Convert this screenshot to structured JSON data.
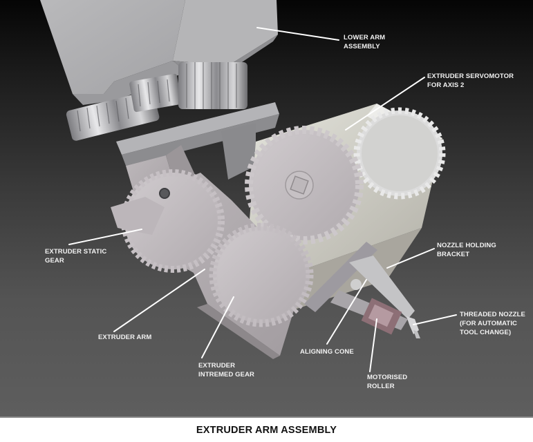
{
  "figure": {
    "caption": "EXTRUDER ARM ASSEMBLY",
    "background": {
      "top": "#050505",
      "bottom": "#5e5e5e",
      "caption_bg": "#ffffff"
    },
    "part_color": "#c9c5c8",
    "label_color": "#f2f2f2"
  },
  "annotations": [
    {
      "id": "lower-arm-assembly",
      "lines": [
        "LOWER ARM",
        "ASSEMBLY"
      ]
    },
    {
      "id": "extruder-servomotor",
      "lines": [
        "EXTRUDER SERVOMOTOR",
        "FOR AXIS 2"
      ]
    },
    {
      "id": "extruder-static-gear",
      "lines": [
        "EXTRUDER STATIC",
        "GEAR"
      ]
    },
    {
      "id": "nozzle-holding-bracket",
      "lines": [
        "NOZZLE HOLDING",
        "BRACKET"
      ]
    },
    {
      "id": "threaded-nozzle",
      "lines": [
        "THREADED NOZZLE",
        "(FOR AUTOMATIC",
        "TOOL CHANGE)"
      ]
    },
    {
      "id": "extruder-arm",
      "lines": [
        "EXTRUDER ARM"
      ]
    },
    {
      "id": "extruder-intermed-gear",
      "lines": [
        "EXTRUDER",
        "INTREMED GEAR"
      ]
    },
    {
      "id": "aligning-cone",
      "lines": [
        "ALIGNING CONE"
      ]
    },
    {
      "id": "motorised-roller",
      "lines": [
        "MOTORISED",
        "ROLLER"
      ]
    }
  ]
}
